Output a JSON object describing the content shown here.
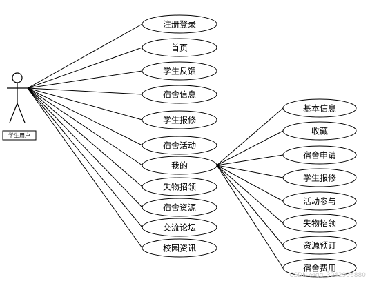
{
  "actor": {
    "label": "学生用户",
    "icon": "stick-figure-icon"
  },
  "primary_use_cases": [
    {
      "id": "register-login",
      "label": "注册登录"
    },
    {
      "id": "home",
      "label": "首页"
    },
    {
      "id": "student-feedback",
      "label": "学生反馈"
    },
    {
      "id": "dorm-info",
      "label": "宿舍信息"
    },
    {
      "id": "student-repair",
      "label": "学生报修"
    },
    {
      "id": "dorm-activity",
      "label": "宿舍活动"
    },
    {
      "id": "mine",
      "label": "我的"
    },
    {
      "id": "lost-found",
      "label": "失物招领"
    },
    {
      "id": "dorm-resources",
      "label": "宿舍资源"
    },
    {
      "id": "forum",
      "label": "交流论坛"
    },
    {
      "id": "campus-news",
      "label": "校园资讯"
    }
  ],
  "sub_use_cases_parent": "mine",
  "sub_use_cases": [
    {
      "id": "basic-info",
      "label": "基本信息"
    },
    {
      "id": "favorites",
      "label": "收藏"
    },
    {
      "id": "dorm-application",
      "label": "宿舍申请"
    },
    {
      "id": "sub-student-repair",
      "label": "学生报修"
    },
    {
      "id": "activity-join",
      "label": "活动参与"
    },
    {
      "id": "sub-lost-found",
      "label": "失物招领"
    },
    {
      "id": "resource-booking",
      "label": "资源预订"
    },
    {
      "id": "dorm-fees",
      "label": "宿舍费用"
    }
  ],
  "watermark": "CSDN @qq_3042996880"
}
